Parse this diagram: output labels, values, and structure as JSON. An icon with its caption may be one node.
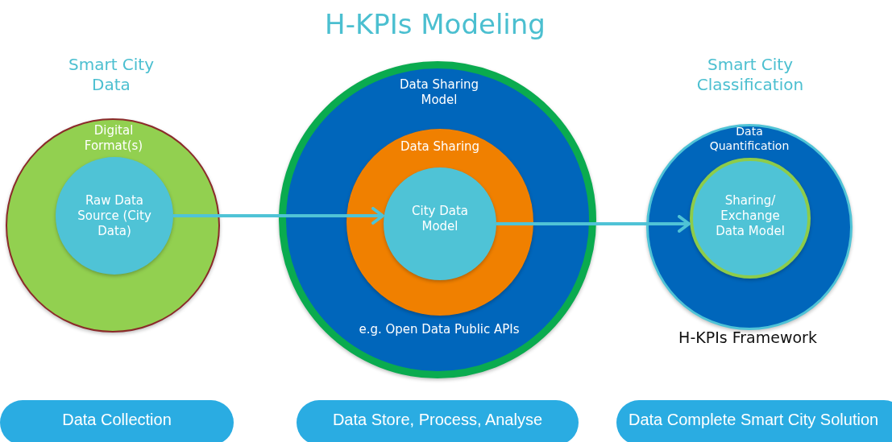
{
  "diagram": {
    "title": "H-KPIs Modeling",
    "nodes": [
      {
        "text": [
          "Smart City Data",
          "Digital Format(s)"
        ]
      },
      {
        "text": [
          "Raw Data Source (City Data)"
        ],
        "in": 0
      },
      {
        "text": [
          "Data Sharing Model",
          "e.g. Open Data Public APIs"
        ]
      },
      {
        "text": [
          "Data Sharing"
        ],
        "in": 2
      },
      {
        "text": [
          "City Data Model"
        ],
        "in": 3
      },
      {
        "text": [
          "Smart City Classification",
          "Data Quantification"
        ],
        "beside": [
          "H-KPIs Framework"
        ]
      },
      {
        "text": [
          "Sharing/ Exchange Data Model"
        ],
        "in": 5
      },
      {
        "text": [
          "Data Collection"
        ]
      },
      {
        "text": [
          "Data Store, Process, Analyse"
        ]
      },
      {
        "text": [
          "Data Complete Smart City Solution"
        ]
      }
    ],
    "edges": [
      {
        "from": 1,
        "to": 4,
        "arrow": "to"
      },
      {
        "from": 4,
        "to": 6,
        "arrow": "to"
      }
    ]
  }
}
